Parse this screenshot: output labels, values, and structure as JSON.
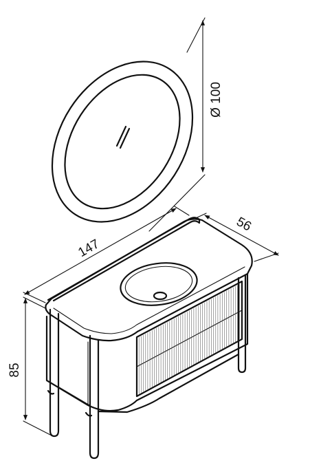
{
  "dimensions": {
    "mirror_diameter": "Ø 100",
    "width": "147",
    "depth": "56",
    "height": "85"
  },
  "colors": {
    "stroke": "#111111",
    "background": "#ffffff"
  }
}
